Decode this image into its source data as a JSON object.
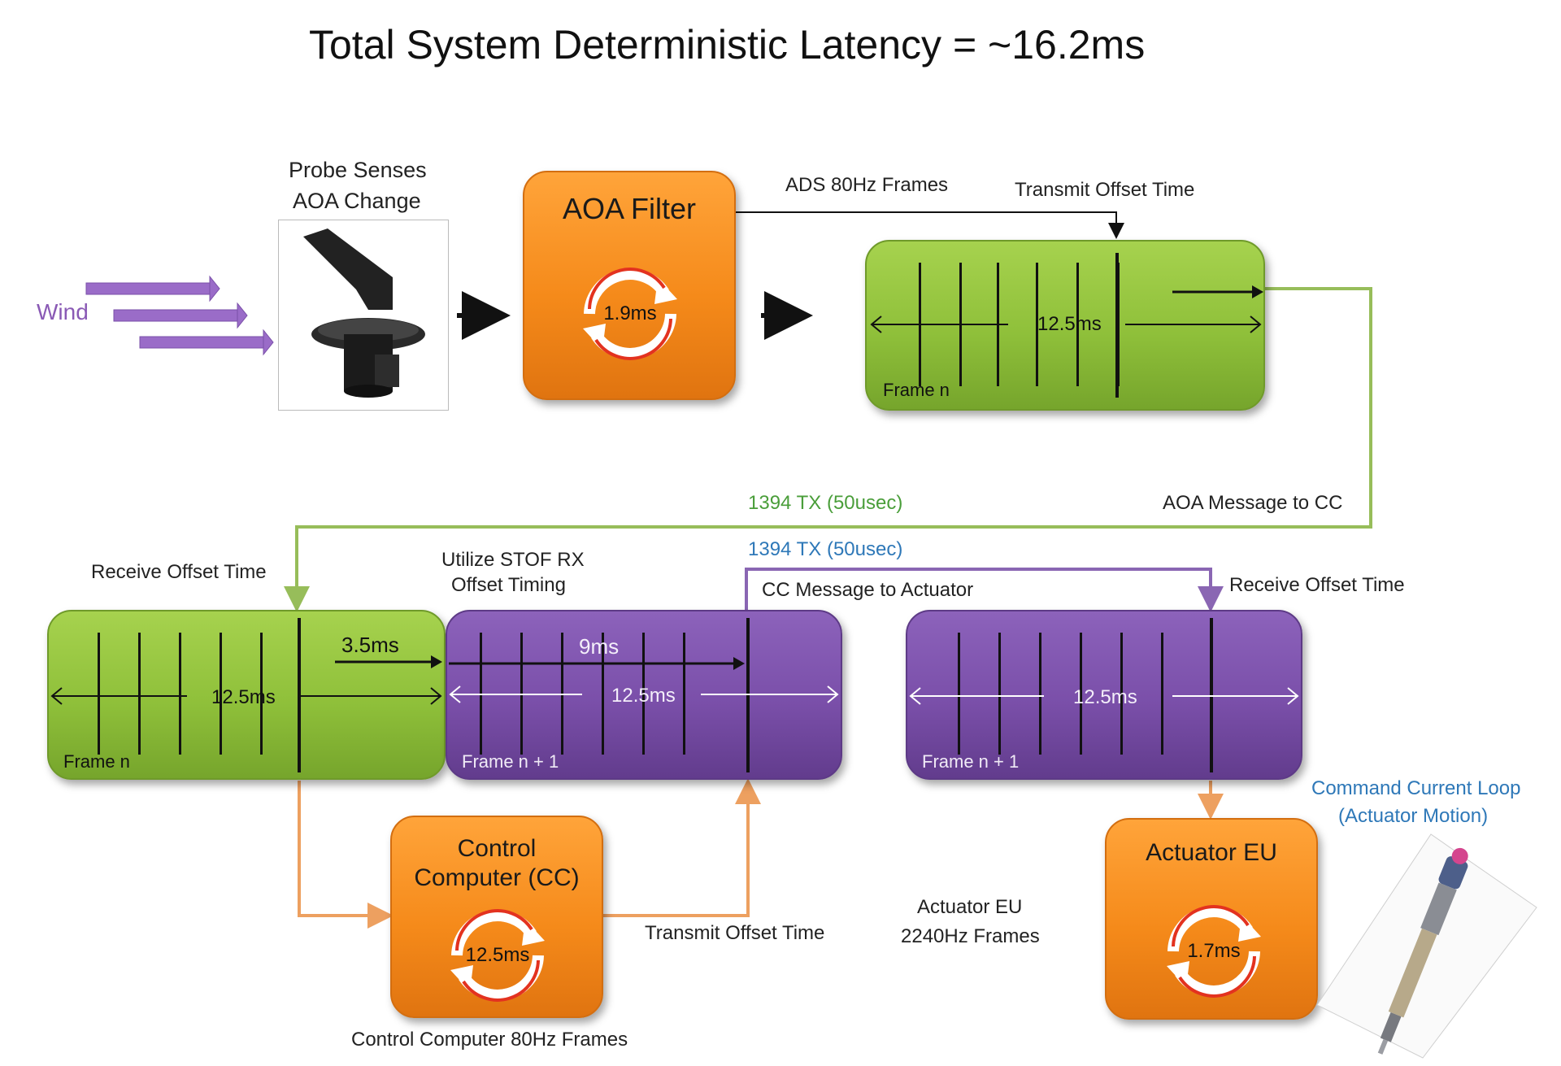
{
  "title": "Total System Deterministic Latency = ~16.2ms",
  "labels": {
    "wind": "Wind",
    "probe_line1": "Probe Senses",
    "probe_line2": "AOA Change",
    "ads_frames": "ADS 80Hz Frames",
    "transmit_offset_top": "Transmit Offset Time",
    "aoa_message": "AOA Message to CC",
    "tx1": "1394 TX (50usec)",
    "tx2": "1394 TX (50usec)",
    "receive_offset_left": "Receive Offset Time",
    "utilize_line1": "Utilize STOF RX",
    "utilize_line2": "Offset Timing",
    "cc_message": "CC Message to Actuator",
    "receive_offset_right": "Receive Offset Time",
    "transmit_offset_bottom": "Transmit Offset Time",
    "actuator_frames_line1": "Actuator EU",
    "actuator_frames_line2": "2240Hz Frames",
    "cc_frames": "Control Computer 80Hz Frames",
    "command_loop_line1": "Command Current Loop",
    "command_loop_line2": "(Actuator Motion)"
  },
  "boxes": {
    "aoa_filter": {
      "title": "AOA Filter",
      "cycle": "1.9ms"
    },
    "control_computer": {
      "title_line1": "Control",
      "title_line2": "Computer (CC)",
      "cycle": "12.5ms"
    },
    "actuator_eu": {
      "title": "Actuator EU",
      "cycle": "1.7ms"
    }
  },
  "frames": {
    "top_green": {
      "span": "12.5ms",
      "label": "Frame n"
    },
    "bottom_green": {
      "span": "12.5ms",
      "label": "Frame n",
      "offset": "3.5ms"
    },
    "bottom_purple_mid": {
      "span": "12.5ms",
      "label": "Frame n + 1",
      "offset": "9ms"
    },
    "bottom_purple_right": {
      "span": "12.5ms",
      "label": "Frame n + 1"
    }
  },
  "colors": {
    "green": "#8fc03a",
    "purple": "#7a4fa9",
    "orange": "#f58a1a",
    "green_text": "#4a9e3a",
    "blue_text": "#2e78b8",
    "wind_purple": "#8a5ab5",
    "conn_green": "#97bd5a",
    "conn_purple": "#8a66b3",
    "conn_orange": "#eda060"
  }
}
